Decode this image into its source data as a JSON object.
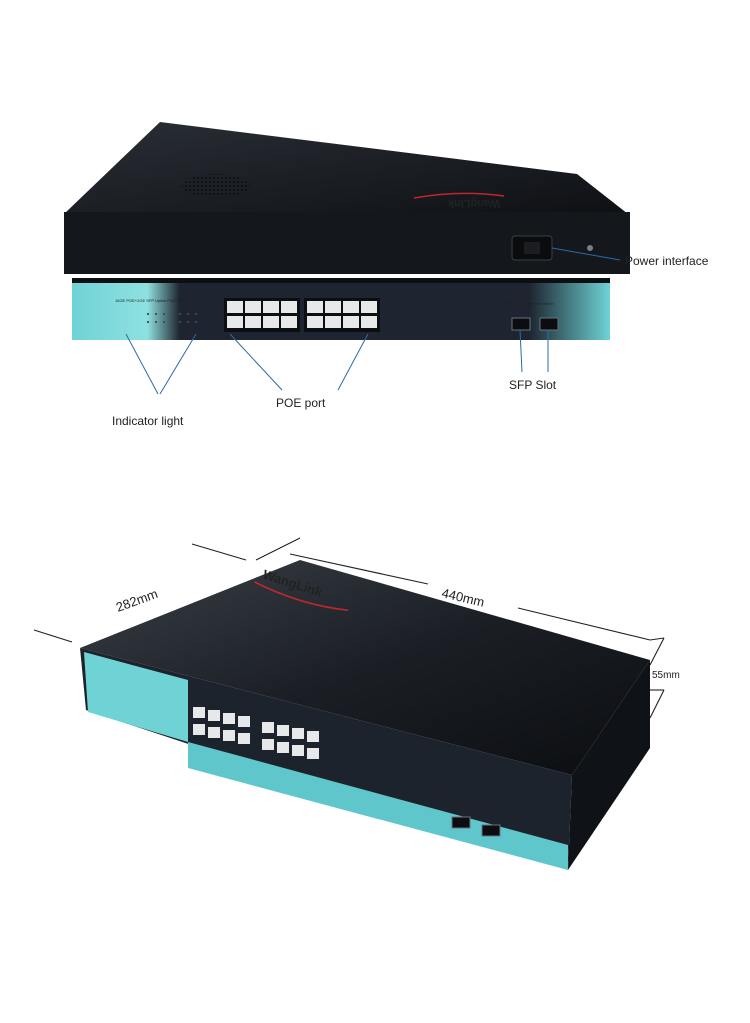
{
  "callouts": {
    "power_interface": "Power interface",
    "sfp_slot": "SFP Slot",
    "poe_port": "POE port",
    "indicator_light": "Indicator light"
  },
  "dimensions": {
    "width": "282mm",
    "length": "440mm",
    "height": "55mm"
  },
  "brand": {
    "name": "WangLink",
    "front_panel_title": "16GE POE+2GE SFP Uplink POE Switch",
    "side_label": "POE Web Smart Ethernet Switch"
  },
  "colors": {
    "chassis": "#15181d",
    "accent_teal": "#6fd3d6",
    "panel_dark": "#1c222b",
    "port": "#e6e8ea",
    "callout_line": "#2a6aa8"
  },
  "rj45_port_count": 16,
  "sfp_port_count": 2
}
